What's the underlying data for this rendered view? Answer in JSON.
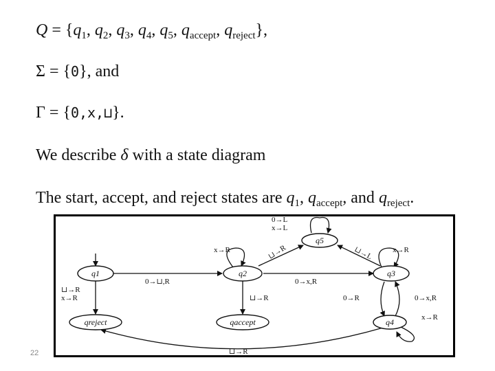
{
  "lines": {
    "q_def": {
      "lhs": "Q = {",
      "states": [
        "q1",
        "q2",
        "q3",
        "q4",
        "q5",
        "qaccept",
        "qreject"
      ],
      "rhs": "},"
    },
    "sigma_def": {
      "lhs": "Σ = {",
      "symbols": "0",
      "rhs": "}, and"
    },
    "gamma_def": {
      "lhs": "Γ = {",
      "symbols": "0,x,⊔",
      "rhs": "}."
    },
    "describe": {
      "text_before": "We describe ",
      "symbol": "δ",
      "text_after": " with a state diagram"
    },
    "start_states": {
      "text_before": "The start, accept, and reject states are ",
      "q1": "q1",
      "qaccept": "qaccept",
      "text_and": ", and ",
      "qreject": "qreject",
      "text_end": "."
    }
  },
  "diagram": {
    "states": {
      "q1": "q1",
      "q2": "q2",
      "q3": "q3",
      "q4": "q4",
      "q5": "q5",
      "qaccept": "qaccept",
      "qreject": "qreject"
    },
    "transitions": {
      "q5_self": "0→L",
      "q5_self_2": "x→L",
      "q2_self": "x→R",
      "q2_q5": "⊔→R",
      "q3_q5": "⊔→L",
      "q3_self": "x→R",
      "q1_q2": "0→⊔,R",
      "q2_q3": "0→x,R",
      "q1_qreject": "⊔→R",
      "q1_qreject_2": "x→R",
      "q2_qaccept": "⊔→R",
      "q3_q4": "0→R",
      "q4_q3": "0→x,R",
      "q4_self": "x→R",
      "q4_qreject": "⊔→R"
    }
  },
  "page_number": "22"
}
